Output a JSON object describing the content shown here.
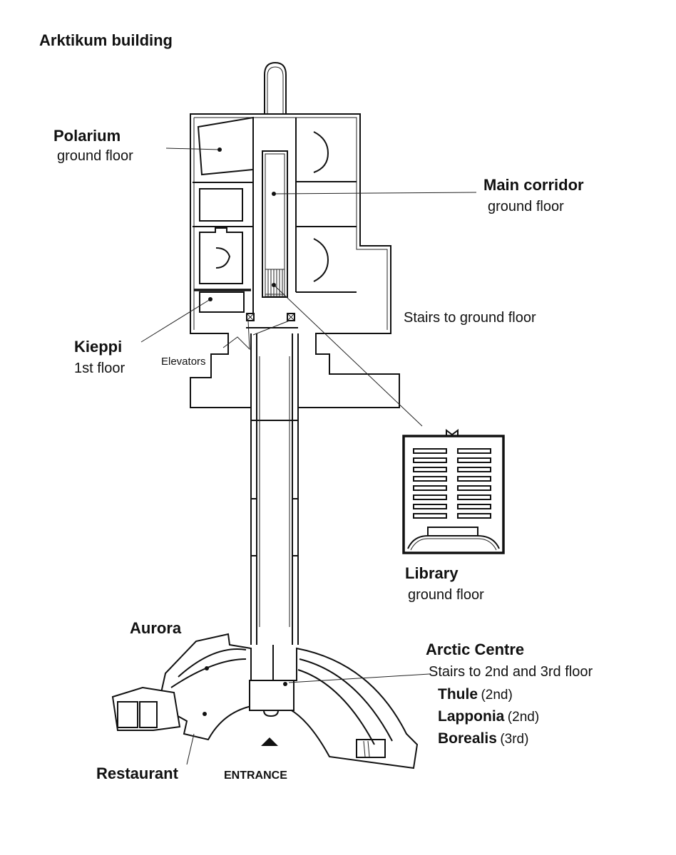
{
  "title": "Arktikum building",
  "labels": {
    "polarium": {
      "name": "Polarium",
      "floor": "ground floor"
    },
    "main_corridor": {
      "name": "Main corridor",
      "floor": "ground floor"
    },
    "stairs_ground": "Stairs to ground floor",
    "kieppi": {
      "name": "Kieppi",
      "floor": "1st floor"
    },
    "elevators": "Elevators",
    "library": {
      "name": "Library",
      "floor": "ground floor"
    },
    "aurora": "Aurora",
    "arctic_centre": {
      "name": "Arctic Centre",
      "stairs": "Stairs to 2nd and 3rd floor",
      "floors": [
        {
          "name": "Thule",
          "level": "(2nd)"
        },
        {
          "name": "Lapponia",
          "level": "(2nd)"
        },
        {
          "name": "Borealis",
          "level": "(3rd)"
        }
      ]
    },
    "restaurant": "Restaurant",
    "entrance": "ENTRANCE"
  }
}
